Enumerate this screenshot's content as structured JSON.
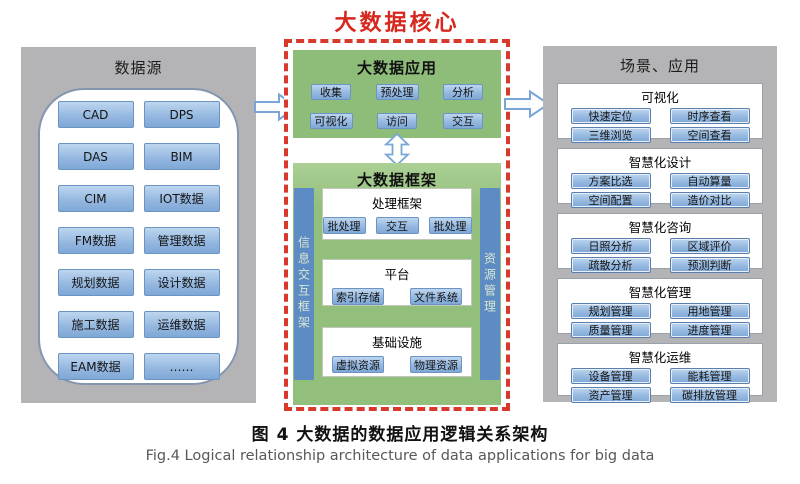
{
  "core_title": "大数据核心",
  "left_panel": {
    "title": "数据源",
    "items": [
      "CAD",
      "DPS",
      "DAS",
      "BIM",
      "CIM",
      "IOT数据",
      "FM数据",
      "管理数据",
      "规划数据",
      "设计数据",
      "施工数据",
      "运维数据",
      "EAM数据",
      "……"
    ]
  },
  "app_panel": {
    "title": "大数据应用",
    "items": [
      "收集",
      "预处理",
      "分析",
      "可视化",
      "访问",
      "交互"
    ]
  },
  "framework_panel": {
    "title": "大数据框架",
    "left_bar": "信息交互框架",
    "right_bar": "资源管理",
    "sections": [
      {
        "title": "处理框架",
        "items": [
          "批处理",
          "交互",
          "批处理"
        ]
      },
      {
        "title": "平台",
        "items": [
          "索引存储",
          "文件系统"
        ]
      },
      {
        "title": "基础设施",
        "items": [
          "虚拟资源",
          "物理资源"
        ]
      }
    ]
  },
  "right_panel": {
    "title": "场景、应用",
    "sections": [
      {
        "title": "可视化",
        "items": [
          "快速定位",
          "时序查看",
          "三维浏览",
          "空间查看"
        ]
      },
      {
        "title": "智慧化设计",
        "items": [
          "方案比选",
          "自动算量",
          "空间配置",
          "造价对比"
        ]
      },
      {
        "title": "智慧化咨询",
        "items": [
          "日照分析",
          "区域评价",
          "疏散分析",
          "预测判断"
        ]
      },
      {
        "title": "智慧化管理",
        "items": [
          "规划管理",
          "用地管理",
          "质量管理",
          "进度管理"
        ]
      },
      {
        "title": "智慧化运维",
        "items": [
          "设备管理",
          "能耗管理",
          "资产管理",
          "碳排放管理"
        ]
      }
    ]
  },
  "caption": {
    "zh": "图 4  大数据的数据应用逻辑关系架构",
    "en": "Fig.4  Logical relationship architecture of data applications for big data"
  },
  "icons": {
    "flow_arrow_left": "block-arrow-right",
    "flow_arrow_right": "block-arrow-right",
    "exchange_arrow": "block-arrow-vertical-double"
  },
  "colors": {
    "core_border_red": "#d9382c",
    "core_title_red": "#d6281e",
    "panel_gray": "#b4b4b6",
    "green_panel": "#8ebd7a",
    "button_blue": "#93b6df",
    "side_bar_blue": "#5d8cc4"
  }
}
